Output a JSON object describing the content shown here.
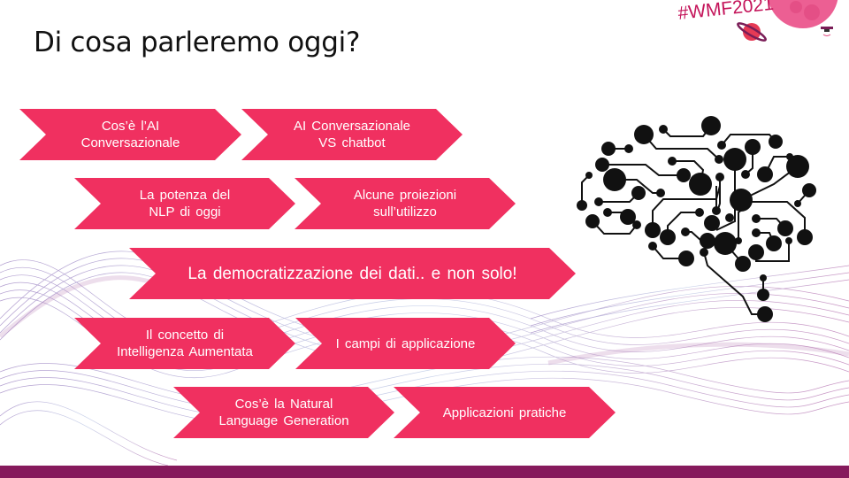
{
  "slide": {
    "title": "Di cosa parleremo oggi?",
    "hashtag": "#WMF2021",
    "colors": {
      "chevron": "#f03060",
      "title_text": "#111111",
      "hashtag": "#c4145a",
      "footer_bar": "#861a5c",
      "brain": "#111111"
    },
    "icons": [
      "planet-illustration",
      "drone-icon",
      "circuit-brain-illustration",
      "wave-mesh-decoration"
    ],
    "agenda": [
      {
        "label": "Cos’è l’AI\nConversazionale"
      },
      {
        "label": "AI Conversazionale\nVS chatbot"
      },
      {
        "label": "La potenza  del\nNLP di oggi"
      },
      {
        "label": "Alcune  proiezioni\nsull’utilizzo"
      },
      {
        "label": "La democratizzazione  dei dati.. e non solo!"
      },
      {
        "label": "Il concetto  di\nIntelligenza  Aumentata"
      },
      {
        "label": "I campi  di applicazione"
      },
      {
        "label": "Cos’è la Natural\nLanguage  Generation"
      },
      {
        "label": "Applicazioni  pratiche"
      }
    ]
  }
}
